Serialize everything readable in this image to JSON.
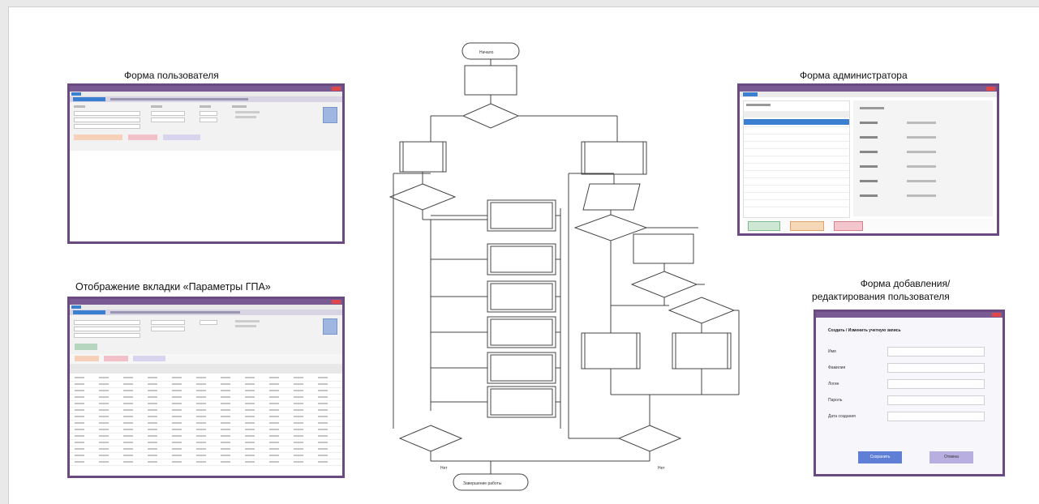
{
  "captions": {
    "user_form": "Форма пользователя",
    "gpa_tab": "Отображение вкладки «Параметры ГПА»",
    "admin_form": "Форма администратора",
    "add_edit_form_line1": "Форма добавления/",
    "add_edit_form_line2": "редактирования пользователя"
  },
  "add_edit_form": {
    "heading": "Создать / Изменить учетную запись",
    "fields": [
      "Имя",
      "Фамилия",
      "Логин",
      "Пароль",
      "Дата создания"
    ],
    "save_label": "Сохранить",
    "cancel_label": "Отмена"
  },
  "flowchart": {
    "start": "Начало",
    "end": "Завершение работы",
    "terminator_end_left": "Нет",
    "terminator_end_right": "Нет"
  },
  "colors": {
    "window_frame": "#6b4a82",
    "title_bar": "#7a5a92",
    "accent_blue": "#3a7fd0",
    "button_blue": "#5f7fd6",
    "button_lilac": "#b9aee0"
  }
}
